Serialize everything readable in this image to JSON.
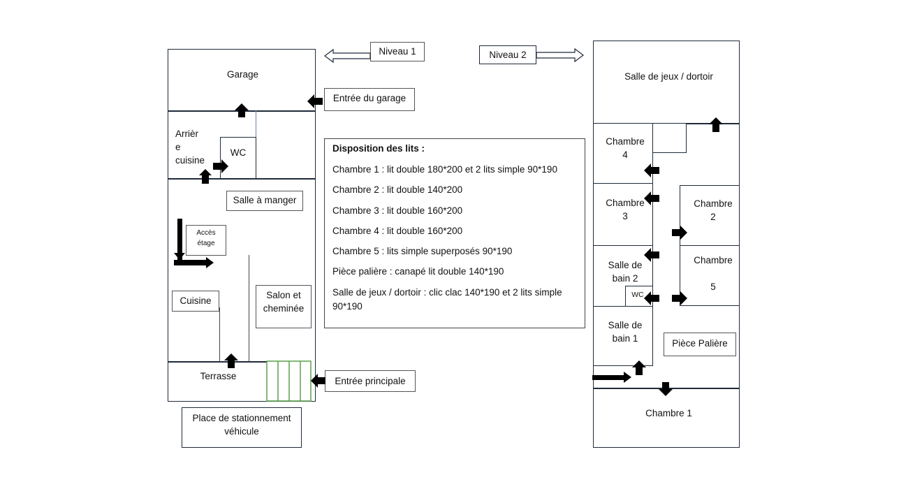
{
  "level1": {
    "label": "Niveau 1",
    "rooms": {
      "garage": "Garage",
      "arriere_cuisine": "Arrièr\ne\ncuisine",
      "wc": "WC",
      "salle_a_manger": "Salle à manger",
      "acces_etage": "Accès\nétage",
      "cuisine": "Cuisine",
      "salon": "Salon et\ncheminée",
      "terrasse": "Terrasse",
      "parking": "Place de stationnement\nvéhicule"
    },
    "entrances": {
      "garage": "Entrée du garage",
      "principale": "Entrée principale"
    }
  },
  "level2": {
    "label": "Niveau 2",
    "rooms": {
      "salle_jeux": "Salle de jeux / dortoir",
      "chambre4": "Chambre\n4",
      "chambre3": "Chambre\n3",
      "chambre2": "Chambre\n2",
      "chambre5": "Chambre\n\n5",
      "sdb2": "Salle de\nbain 2",
      "wc": "WC",
      "sdb1": "Salle de\nbain 1",
      "piece_paliere": "Pièce Palière",
      "chambre1": "Chambre 1"
    }
  },
  "legend": {
    "title": "Disposition des lits :",
    "items": [
      "Chambre 1 : lit double 180*200 et 2 lits simple 90*190",
      "Chambre 2 : lit double 140*200",
      "Chambre 3 : lit double 160*200",
      "Chambre 4 : lit double 160*200",
      "Chambre 5 : lits simple superposés 90*190",
      "Pièce palière : canapé lit double 140*190",
      "Salle de jeux / dortoir : clic clac 140*190 et 2 lits simple 90*190"
    ]
  },
  "colors": {
    "walls": "#1f2a3a",
    "stairs": "#5aa04a",
    "arrows": "#000000"
  }
}
